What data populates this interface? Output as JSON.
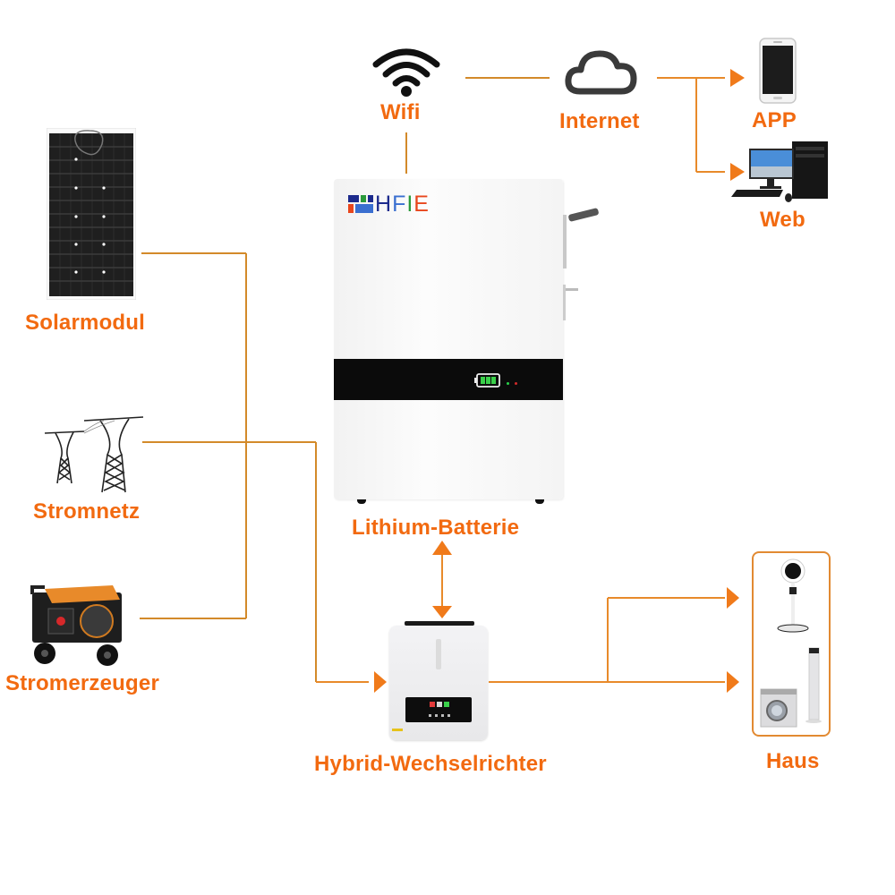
{
  "diagram": {
    "title": "Hybrid solar storage system overview",
    "colors": {
      "label": "#f26a10",
      "wire": "#d38a2a",
      "arrow": "#f07a1a",
      "battery_panel": "#0b0b0b",
      "battery_body": "#f7f7f7",
      "brand_blue": "#1c2a8c",
      "brand_green": "#2a9a3a",
      "brand_red": "#e8461c"
    },
    "nodes": {
      "wifi": {
        "label": "Wifi",
        "icon": "wifi-icon"
      },
      "internet": {
        "label": "Internet",
        "icon": "cloud-icon"
      },
      "app": {
        "label": "APP",
        "icon": "smartphone-icon"
      },
      "web": {
        "label": "Web",
        "icon": "desktop-computer-icon"
      },
      "solar": {
        "label": "Solarmodul",
        "icon": "solar-panel-icon"
      },
      "grid": {
        "label": "Stromnetz",
        "icon": "power-pylon-icon"
      },
      "generator": {
        "label": "Stromerzeuger",
        "icon": "generator-icon"
      },
      "battery": {
        "label": "Lithium-Batterie",
        "brand": "HFIE",
        "icon": "lithium-battery-icon"
      },
      "inverter": {
        "label": "Hybrid-Wechselrichter",
        "icon": "inverter-icon"
      },
      "house": {
        "label": "Haus",
        "icon": "home-appliances-icon"
      }
    },
    "connections": [
      {
        "from": "battery",
        "to": "wifi",
        "type": "line"
      },
      {
        "from": "wifi",
        "to": "internet",
        "type": "line"
      },
      {
        "from": "internet",
        "to": "app",
        "type": "arrow"
      },
      {
        "from": "internet",
        "to": "web",
        "type": "arrow"
      },
      {
        "from": "solar",
        "to": "generator",
        "type": "line"
      },
      {
        "from": "grid",
        "to": "inverter",
        "type": "arrow"
      },
      {
        "from": "battery",
        "to": "inverter",
        "type": "bidirectional-arrow"
      },
      {
        "from": "inverter",
        "to": "house",
        "type": "arrow"
      }
    ]
  }
}
